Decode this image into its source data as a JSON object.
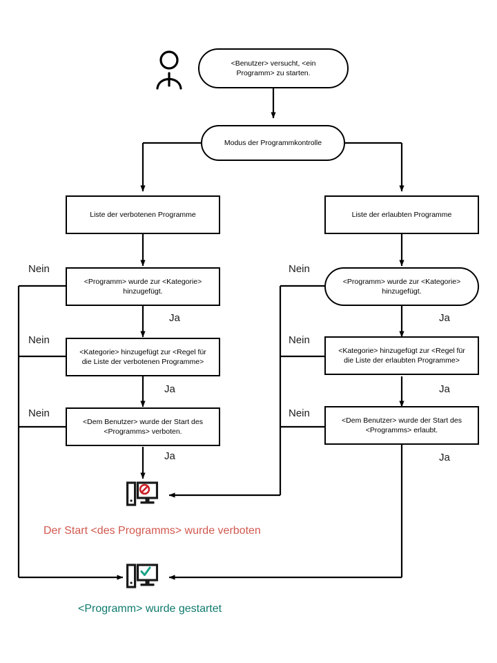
{
  "diagram": {
    "title": "Programmkontrolle Ablaufdiagramm",
    "language": "de",
    "colors": {
      "stroke": "#000000",
      "deny": "#d1584e",
      "allow": "#0e7a6d",
      "deny_icon": "#cc2229",
      "allow_icon": "#1aa188",
      "icon_body": "#1a1a1a"
    }
  },
  "actor": {
    "icon": "person-icon"
  },
  "nodes": {
    "start": {
      "line1": "<Benutzer> versucht, <ein",
      "line2": "Programm>  zu starten.",
      "shape": "stadium"
    },
    "mode": {
      "line1": "Modus der Programmkontrolle",
      "shape": "stadium"
    },
    "denylist": {
      "line1": "Liste der verbotenen Programme",
      "shape": "rect"
    },
    "allowlist": {
      "line1": "Liste der erlaubten Programme",
      "shape": "rect"
    },
    "deny_cat": {
      "line1": "<Programm>  wurde zur <Kategorie>",
      "line2": "hinzugefügt.",
      "shape": "rect"
    },
    "allow_cat": {
      "line1": "<Programm>  wurde zur <Kategorie>",
      "line2": "hinzugefügt.",
      "shape": "stadium"
    },
    "deny_rule": {
      "line1": "<Kategorie> hinzugefügt zur <Regel für",
      "line2": "die Liste der verbotenen Programme>",
      "shape": "rect"
    },
    "allow_rule": {
      "line1": "<Kategorie> hinzugefügt zur <Regel für",
      "line2": "die Liste der erlaubten Programme>",
      "shape": "rect"
    },
    "deny_user": {
      "line1": "<Dem Benutzer> wurde der Start des",
      "line2": "<Programms>  verboten.",
      "shape": "rect"
    },
    "allow_user": {
      "line1": "<Dem Benutzer> wurde der Start des",
      "line2": "<Programms>  erlaubt.",
      "shape": "rect"
    }
  },
  "edge_labels": {
    "nein_left_1": "Nein",
    "nein_left_2": "Nein",
    "nein_left_3": "Nein",
    "nein_right_1": "Nein",
    "nein_right_2": "Nein",
    "nein_right_3": "Nein",
    "ja_left_1": "Ja",
    "ja_left_2": "Ja",
    "ja_left_3": "Ja",
    "ja_right_1": "Ja",
    "ja_right_2": "Ja",
    "ja_right_3": "Ja"
  },
  "outcomes": {
    "denied": {
      "icon": "computer-blocked-icon",
      "caption": "Der Start <des Programms> wurde verboten"
    },
    "allowed": {
      "icon": "computer-allowed-icon",
      "caption": "<Programm> wurde gestartet"
    }
  }
}
